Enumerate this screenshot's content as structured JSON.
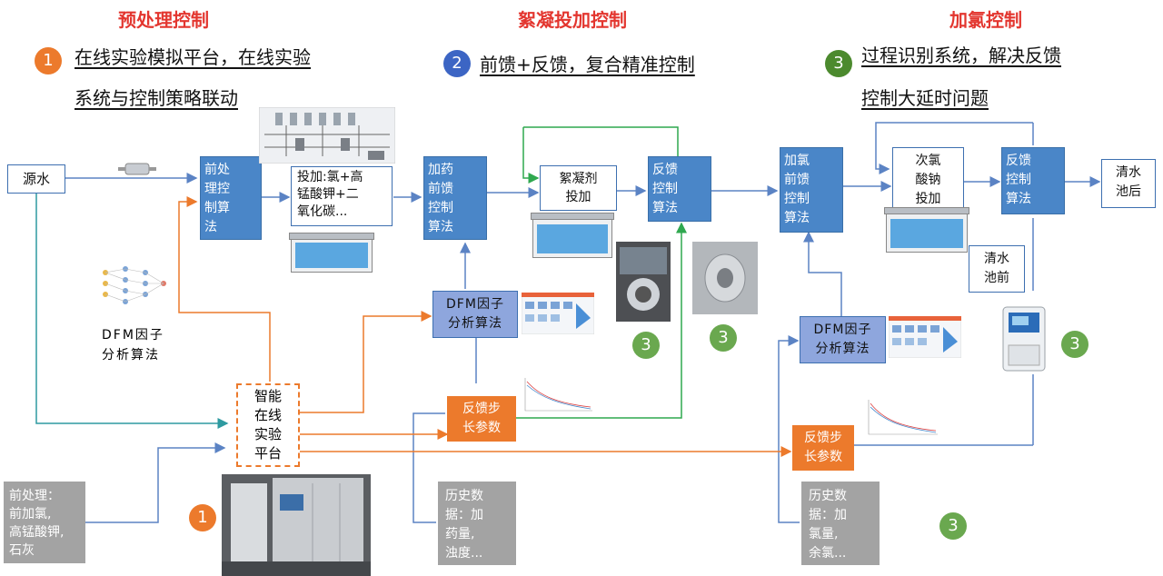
{
  "sections": {
    "s1": {
      "title": "预处理控制",
      "num": "1",
      "head_line1": "在线实验模拟平台，在线实验",
      "head_line2": "系统与控制策略联动"
    },
    "s2": {
      "title": "絮凝投加控制",
      "num": "2",
      "head_line1": "前馈+反馈，复合精准控制"
    },
    "s3": {
      "title": "加氯控制",
      "num": "3",
      "head_line1": "过程识别系统，解决反馈",
      "head_line2": "控制大延时问题"
    }
  },
  "boxes": {
    "source": {
      "text": "源水"
    },
    "pre_algo": {
      "lines": [
        "前处",
        "理控",
        "制算",
        "法"
      ]
    },
    "dose_pre": {
      "lines": [
        "投加:氯+高",
        "锰酸钾+二",
        "氧化碳..."
      ]
    },
    "dose_ff": {
      "lines": [
        "加药",
        "前馈",
        "控制",
        "算法"
      ]
    },
    "floc_dose": {
      "lines": [
        "絮凝剂",
        "投加"
      ]
    },
    "fb1": {
      "lines": [
        "反馈",
        "控制",
        "算法"
      ]
    },
    "cl_ff": {
      "lines": [
        "加氯",
        "前馈",
        "控制",
        "算法"
      ]
    },
    "naclo": {
      "lines": [
        "次氯",
        "酸钠",
        "投加"
      ]
    },
    "fb2": {
      "lines": [
        "反馈",
        "控制",
        "算法"
      ]
    },
    "clear_after": {
      "lines": [
        "清水",
        "池后"
      ]
    },
    "clear_before": {
      "lines": [
        "清水",
        "池前"
      ]
    },
    "dfm_left": {
      "lines": [
        "DFM因子",
        "分析算法"
      ]
    },
    "dfm_mid": {
      "lines": [
        "DFM因子",
        "分析算法"
      ]
    },
    "dfm_right": {
      "lines": [
        "DFM因子",
        "分析算法"
      ]
    },
    "platform": {
      "lines": [
        "智能",
        "在线",
        "实验",
        "平台"
      ]
    },
    "fb_step1": {
      "lines": [
        "反馈步",
        "长参数"
      ]
    },
    "fb_step2": {
      "lines": [
        "反馈步",
        "长参数"
      ]
    },
    "pre_info": {
      "lines": [
        "前处理：",
        "前加氯,",
        "高锰酸钾,",
        "石灰"
      ]
    },
    "hist1": {
      "lines": [
        "历史数",
        "据：加",
        "药量,",
        "浊度..."
      ]
    },
    "hist2": {
      "lines": [
        "历史数",
        "据：加",
        "氯量,",
        "余氯..."
      ]
    }
  },
  "badges": {
    "b1": "3",
    "b2": "3",
    "b3": "3",
    "b4": "3",
    "b5": "1"
  },
  "colors": {
    "title_red": "#e3362f",
    "orange": "#ec7a2c",
    "blue_box": "#4a86c8",
    "green_line": "#2fa84f",
    "badge_green": "#6aa84f",
    "badge_blue": "#3c65c4"
  }
}
